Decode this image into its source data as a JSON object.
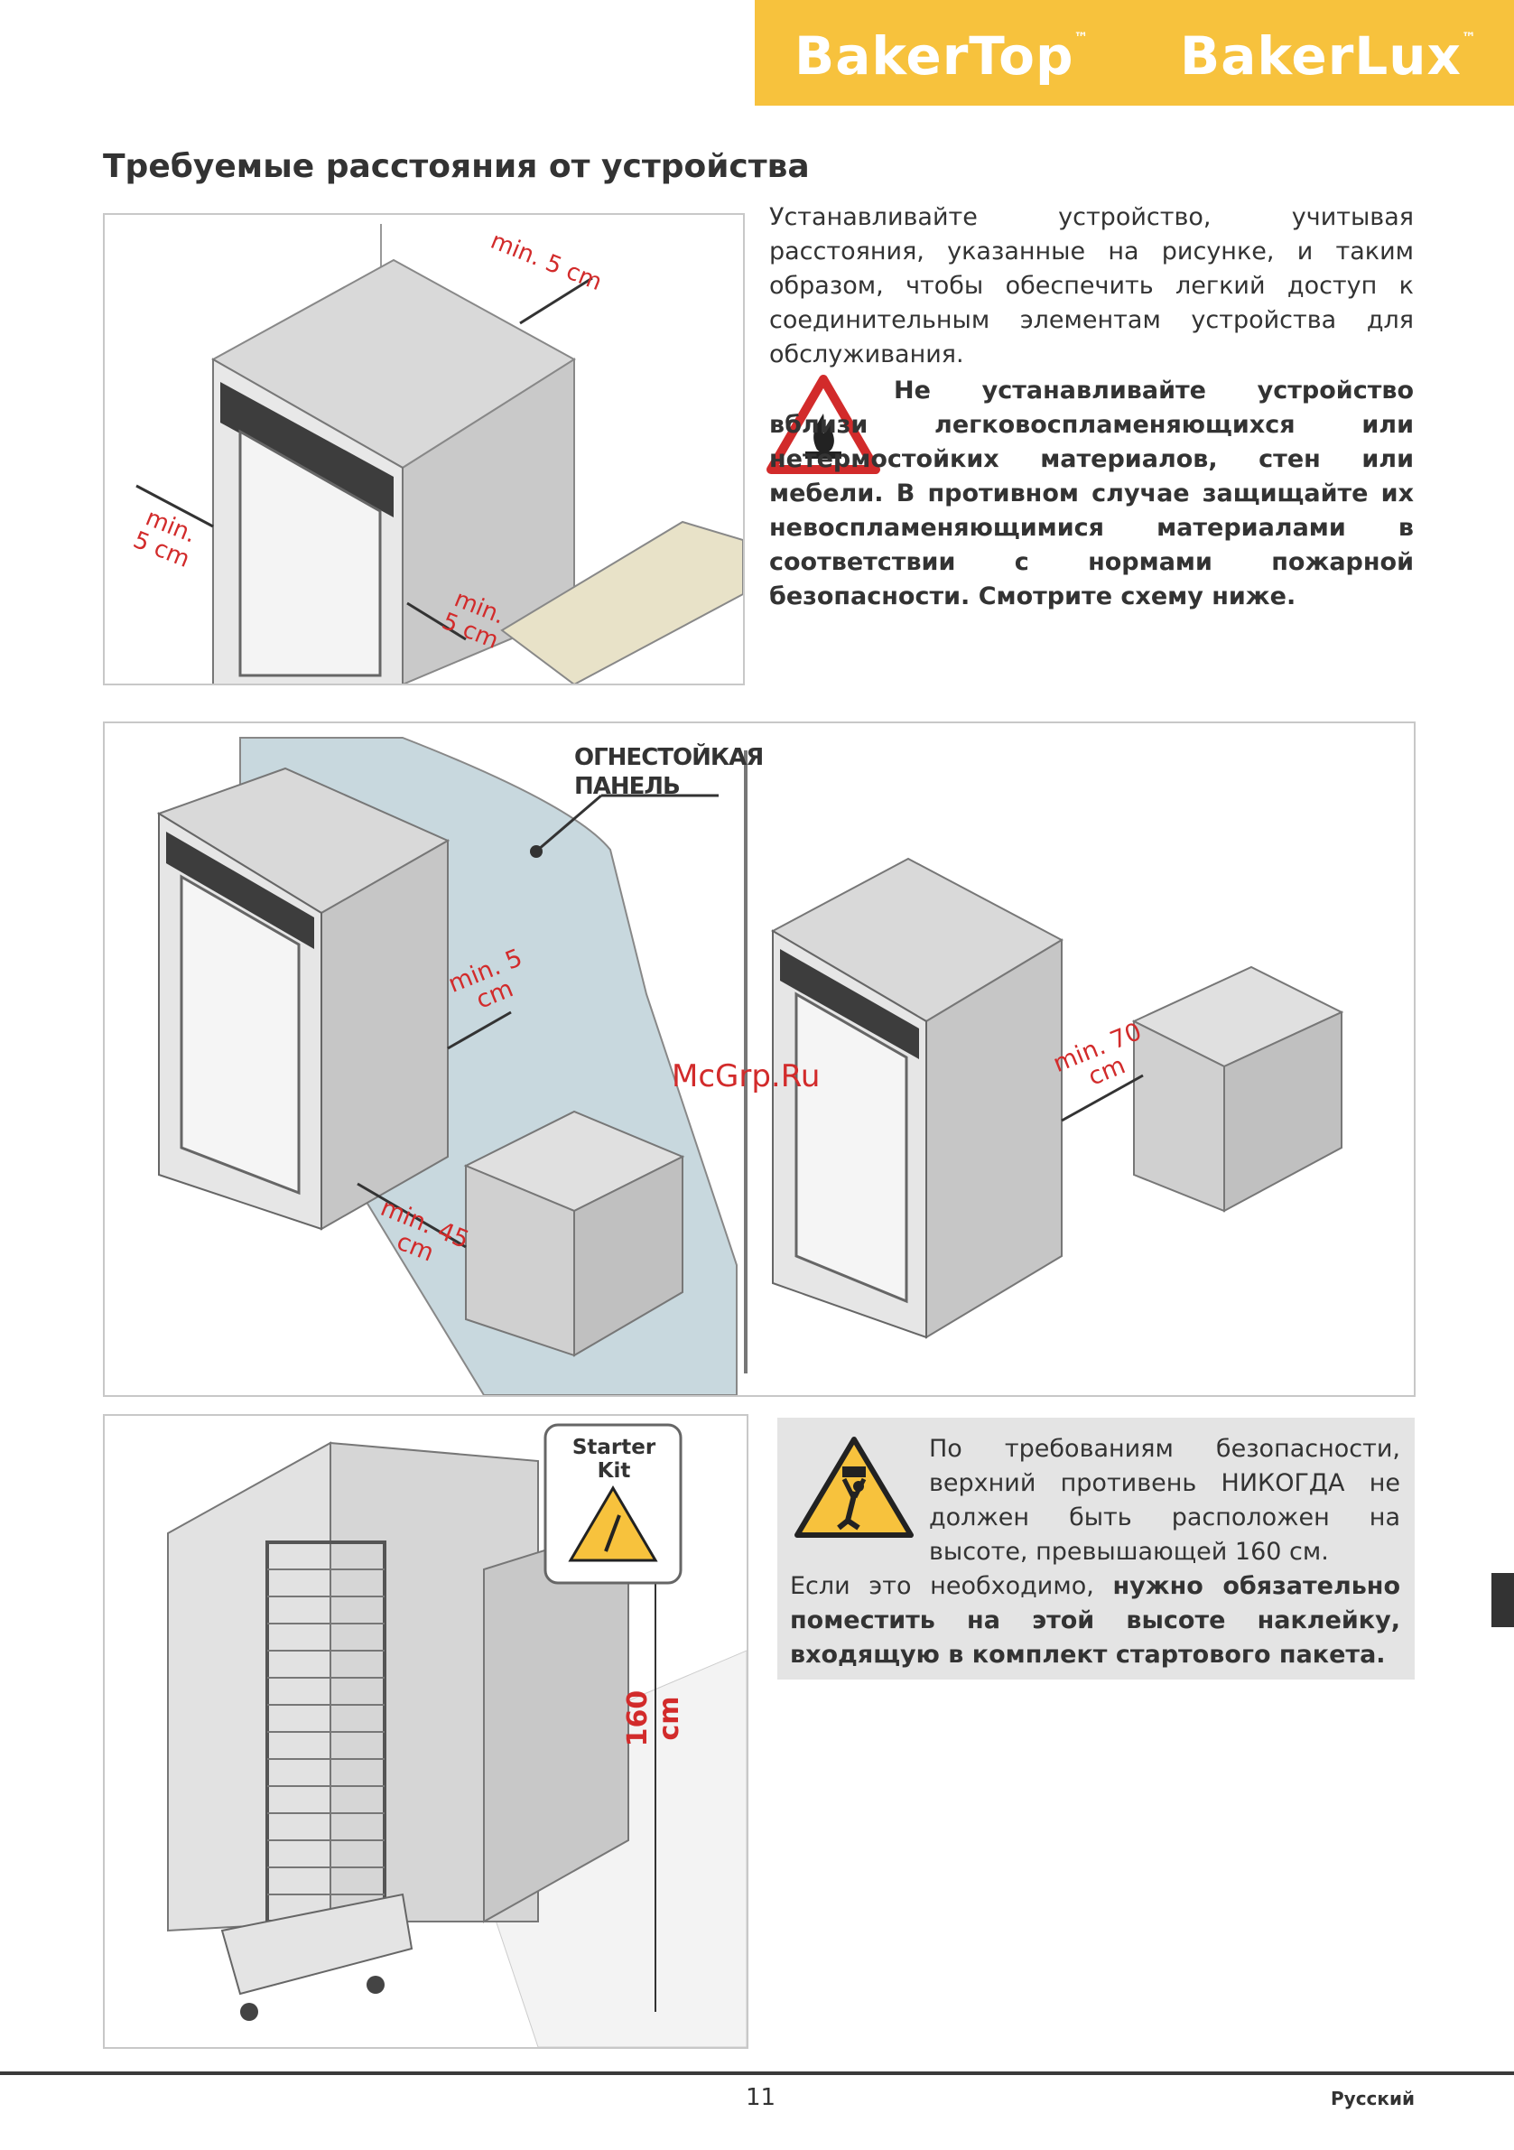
{
  "header": {
    "brand_left": "BakerTop",
    "brand_right": "BakerLux",
    "trademark": "™",
    "accent_color": "#f7c23d"
  },
  "section": {
    "title": "Требуемые расстояния от устройства"
  },
  "intro": {
    "text": "Устанавливайте устройство, учитывая расстояния, указанные на рисунке, и таким образом, чтобы обеспечить легкий доступ к соединительным элементам устройства для обслуживания."
  },
  "fire_warning": {
    "icon": "flammable-warning-icon",
    "text": "Не устанавливайте устройство вблизи легковоспламеняющихся или нетермостойких материалов, стен или мебели. В противном случае защищайте их невоспламеняющимися материалами в соответствии с нормами пожарной безопасности. Смотрите схему ниже."
  },
  "figure1": {
    "label_top": "min. 5 cm",
    "label_left": "min. 5 cm",
    "label_right": "min. 5 cm"
  },
  "figure2": {
    "panel_label_line1": "ОГНЕСТОЙКАЯ",
    "panel_label_line2": "ПАНЕЛЬ",
    "label_wall": "min. 5 cm",
    "label_fryer_left": "min. 45 cm",
    "label_fryer_right": "min. 70 cm"
  },
  "figure3": {
    "kit_label": "Starter Kit",
    "height_label": "160 cm"
  },
  "safety": {
    "icon": "lifting-warning-icon",
    "text1": "По требованиям безопасности, верхний противень НИКОГДА не должен быть расположен на высоте, превышающей 160 см.",
    "text2_normal": "Если это необходимо, ",
    "text2_bold": "нужно обязательно поместить на этой высоте наклейку, входящую в комплект стартового пакета."
  },
  "watermark": "McGrp.Ru",
  "footer": {
    "page_number": "11",
    "language": "Русский"
  }
}
